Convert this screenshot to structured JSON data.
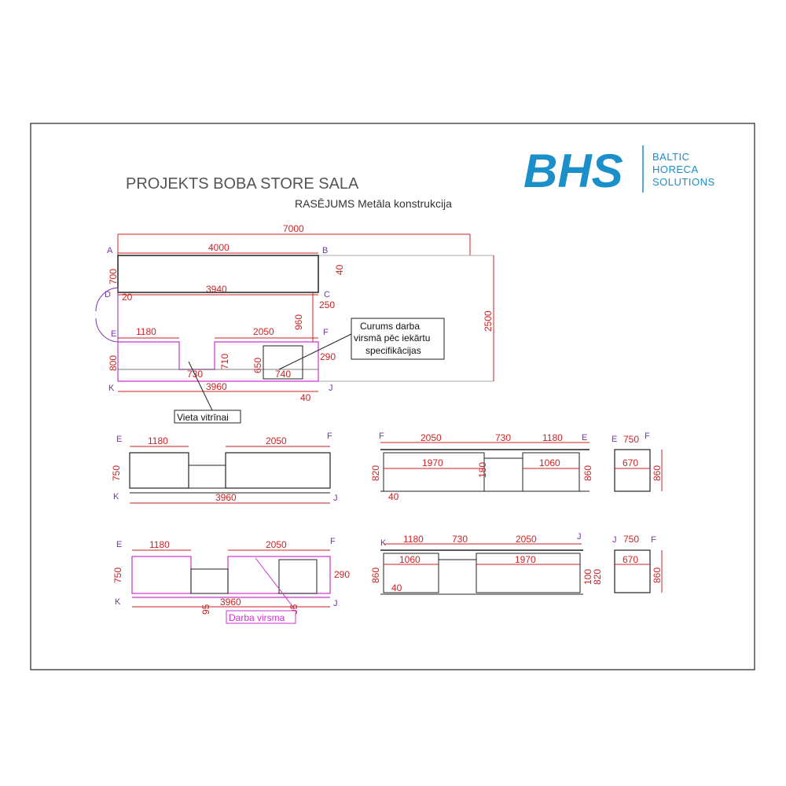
{
  "title": "PROJEKTS BOBA STORE SALA",
  "subtitle": "RASĒJUMS  Metāla konstrukcija",
  "logo": {
    "mark": "BHS",
    "lines": [
      "BALTIC",
      "HORECA",
      "SOLUTIONS"
    ],
    "color": "#1a8fc9"
  },
  "colors": {
    "dimension": "#cc2222",
    "point_label": "#7733aa",
    "frame": "#222222",
    "highlight": "#cc33cc"
  },
  "plan": {
    "points": {
      "A": "A",
      "B": "B",
      "C": "C",
      "D": "D",
      "E": "E",
      "F": "F",
      "K": "K",
      "J": "J"
    },
    "dims": {
      "total": "7000",
      "top": "4000",
      "depth_left": "700",
      "rail": "40",
      "inner": "3940",
      "door_gap": "20",
      "gap_right": "250",
      "height_c": "960",
      "depth_right": "2500",
      "left_seg": "1180",
      "right_seg": "2050",
      "cut_depth": "290",
      "lower_left": "800",
      "mid_gap": "730",
      "mid_depth": "710",
      "cut_h": "650",
      "cut_w": "740",
      "bottom": "3960",
      "bottom_rail": "40"
    },
    "note_cutout": [
      "Curums darba",
      "virsmā pēc iekārtu",
      "specifikācijas"
    ],
    "note_showcase": "Vieta vitrīnai"
  },
  "elevation1": {
    "dims": {
      "left": "1180",
      "right": "2050",
      "height": "750",
      "bottom": "3960"
    },
    "points": {
      "tl": "E",
      "tr": "F",
      "bl": "K",
      "br": "J"
    }
  },
  "elevation2": {
    "dims": {
      "seg1": "2050",
      "seg2": "730",
      "seg3": "1180",
      "inner1": "1970",
      "inner2": "1060",
      "leg": "180",
      "height_l": "820",
      "height_r": "860",
      "foot": "40"
    },
    "points": {
      "tl": "F",
      "tr": "E"
    }
  },
  "elevation3": {
    "dims": {
      "width": "750",
      "inner": "670",
      "height": "860"
    },
    "points": {
      "tl": "E",
      "tr": "F"
    }
  },
  "elevation4": {
    "dims": {
      "left": "1180",
      "right": "2050",
      "height": "750",
      "cut_depth": "290",
      "bottom": "3960",
      "small1": "95",
      "small2": "95"
    },
    "points": {
      "tl": "E",
      "tr": "F",
      "bl": "K",
      "br": "J"
    },
    "note_worktop": "Darba virsma"
  },
  "elevation5": {
    "dims": {
      "seg1": "1180",
      "seg2": "730",
      "seg3": "2050",
      "inner1": "1060",
      "inner2": "1970",
      "height_l": "860",
      "foot": "40",
      "right1": "100",
      "right2": "820"
    },
    "points": {
      "tl": "K",
      "tr": "J"
    }
  },
  "elevation6": {
    "dims": {
      "width": "750",
      "inner": "670",
      "height": "860"
    },
    "points": {
      "tl": "J",
      "tr": "F"
    }
  }
}
